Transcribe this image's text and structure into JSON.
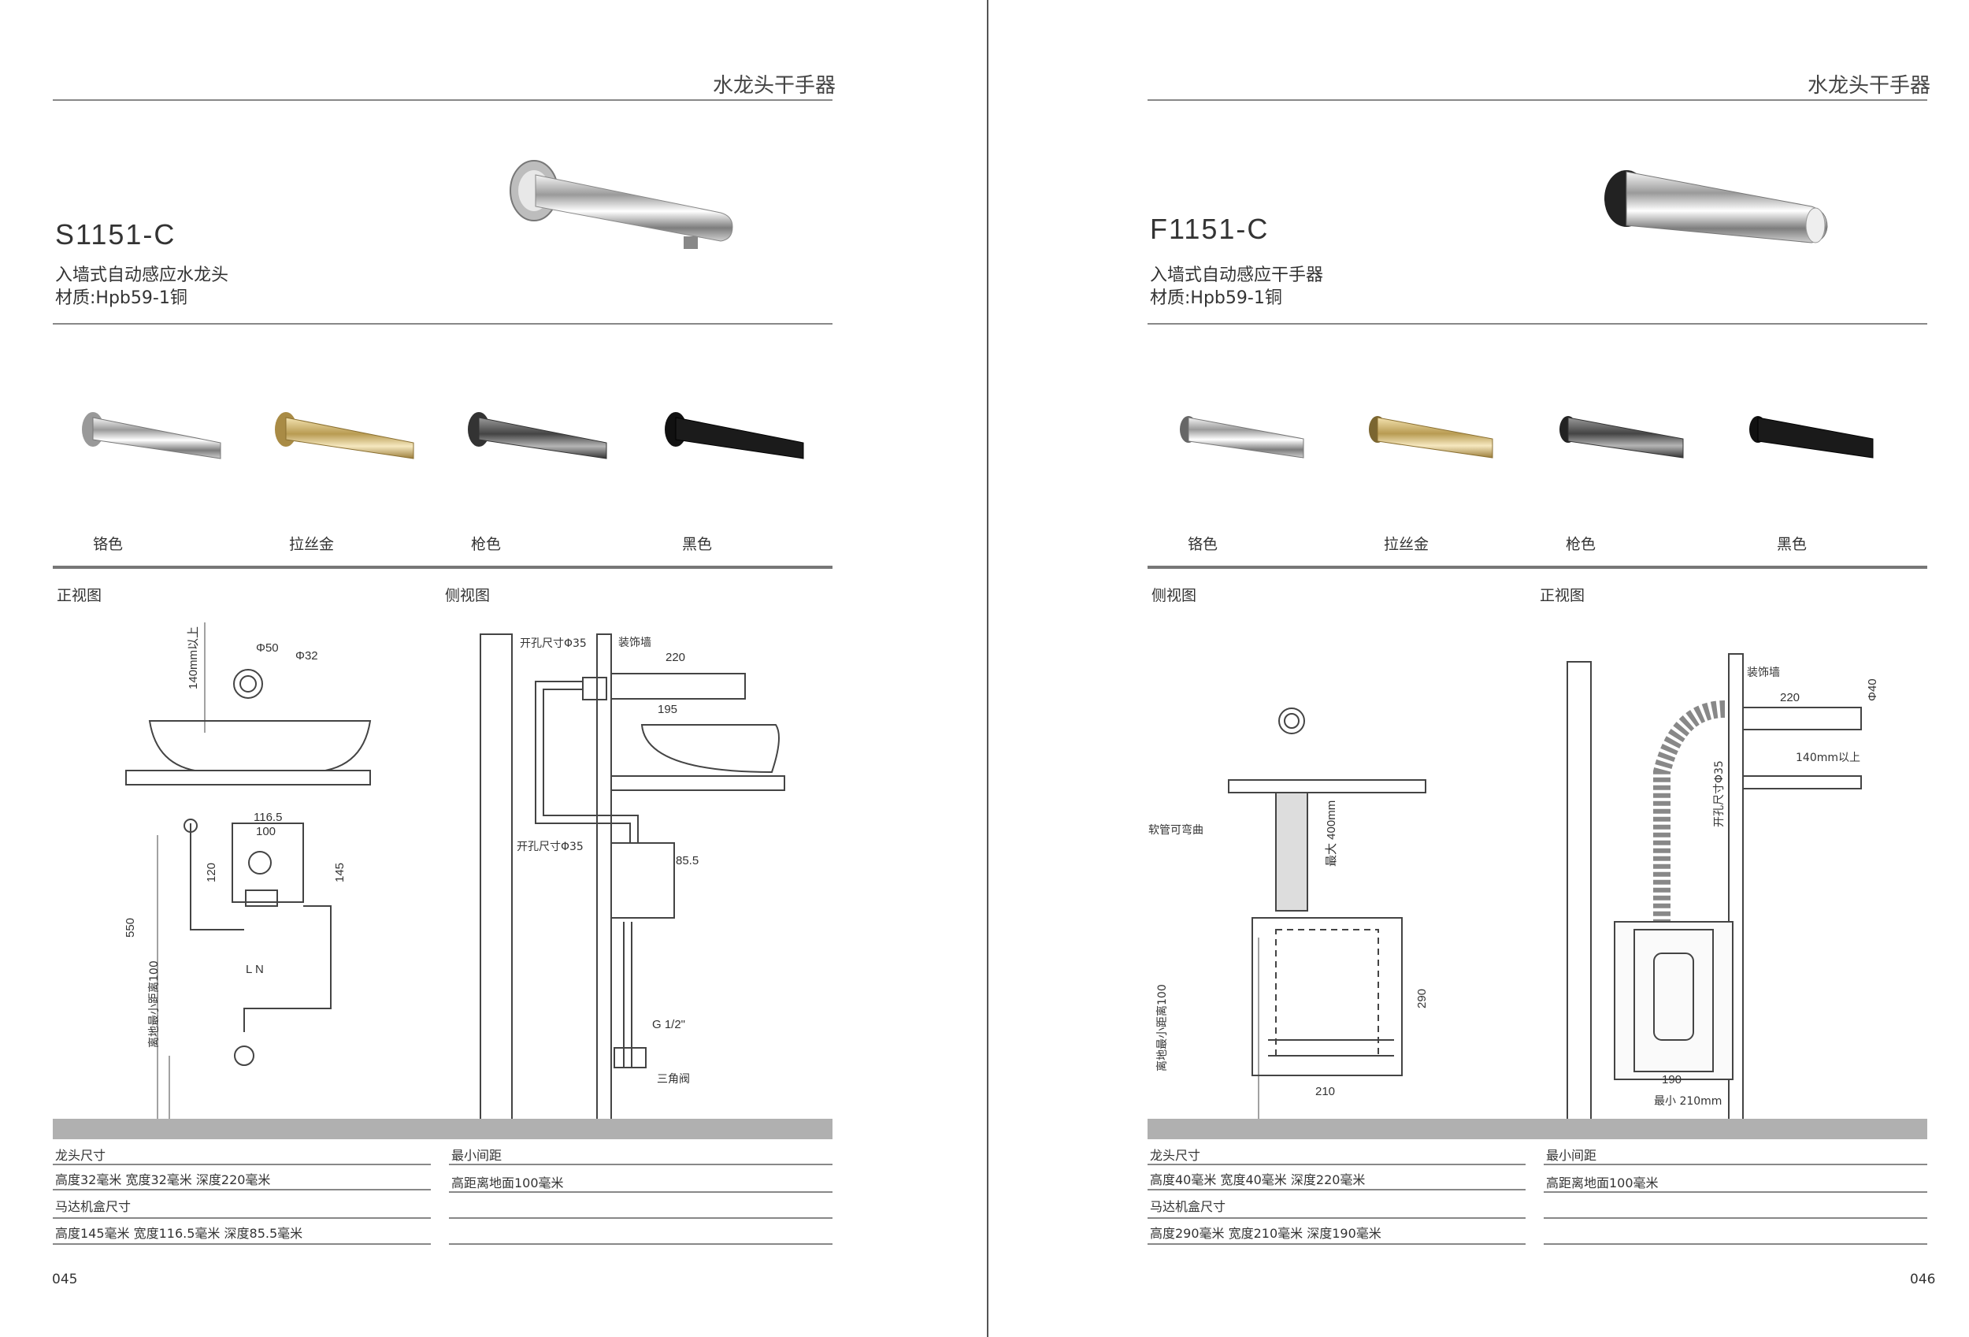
{
  "header": {
    "left": "水龙头干手器",
    "right": "水龙头干手器"
  },
  "left_page": {
    "model": "S1151-C",
    "desc_line1": "入墙式自动感应水龙头",
    "desc_line2": "材质:Hpb59-1铜",
    "swatches": [
      "铬色",
      "拉丝金",
      "枪色",
      "黑色"
    ],
    "front_view": "正视图",
    "side_view": "侧视图",
    "dims": {
      "phi50": "Φ50",
      "phi32": "Φ32",
      "min140": "140mm以上",
      "w116": "116.5",
      "w100": "100",
      "h120": "120",
      "h145": "145",
      "h550": "550",
      "min100": "离地最小距离100",
      "ln": "L N",
      "hole1": "开孔尺寸Φ35",
      "wall": "装饰墙",
      "d220": "220",
      "d195": "195",
      "hole2": "开孔尺寸Φ35",
      "d85": "85.5",
      "g12": "G 1/2\"",
      "valve": "三角阀"
    },
    "specs": {
      "faucet_title": "龙头尺寸",
      "faucet_value": "高度32毫米  宽度32毫米 深度220毫米",
      "motor_title": "马达机盒尺寸",
      "motor_value": "高度145毫米  宽度116.5毫米 深度85.5毫米",
      "gap_title": "最小间距",
      "gap_value": "高距离地面100毫米"
    },
    "page_number": "045"
  },
  "right_page": {
    "model": "F1151-C",
    "desc_line1": "入墙式自动感应干手器",
    "desc_line2": "材质:Hpb59-1铜",
    "swatches": [
      "铬色",
      "拉丝金",
      "枪色",
      "黑色"
    ],
    "side_view": "侧视图",
    "front_view": "正视图",
    "dims": {
      "hose": "软管可弯曲",
      "max400": "最大 400mm",
      "h290": "290",
      "w210": "210",
      "min100": "离地最小距离100",
      "wall": "装饰墙",
      "d220": "220",
      "phi40": "Φ40",
      "min140": "140mm以上",
      "hole": "开孔尺寸Φ35",
      "d190": "190",
      "min210": "最小 210mm"
    },
    "specs": {
      "faucet_title": "龙头尺寸",
      "faucet_value": "高度40毫米  宽度40毫米 深度220毫米",
      "motor_title": "马达机盒尺寸",
      "motor_value": "高度290毫米  宽度210毫米 深度190毫米",
      "gap_title": "最小间距",
      "gap_value": "高距离地面100毫米"
    },
    "page_number": "046"
  }
}
